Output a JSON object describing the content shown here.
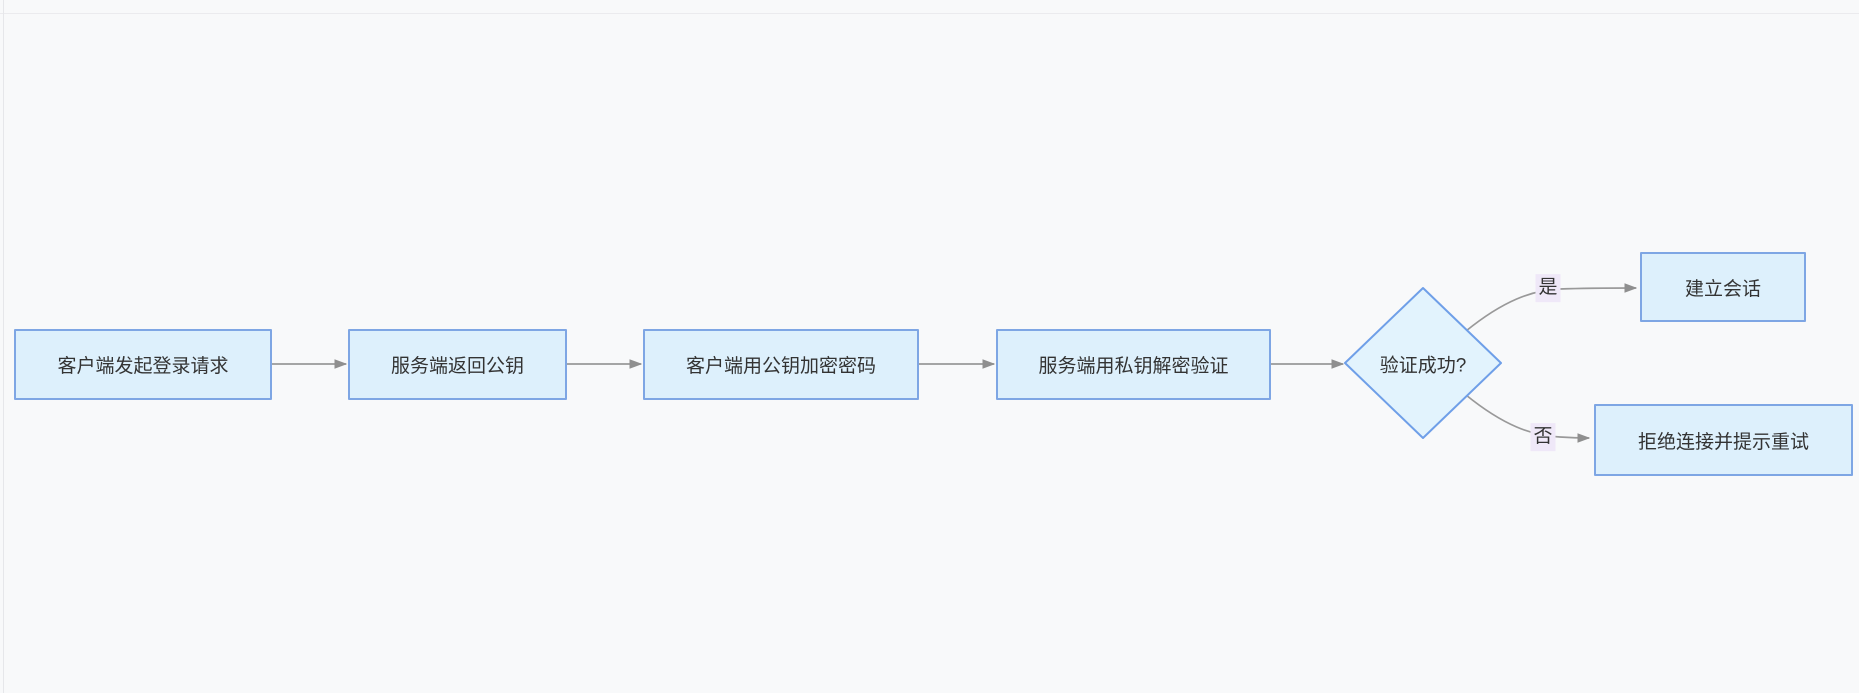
{
  "canvas": {
    "background": "#f8f9fa",
    "node_fill": "#ddf0fc",
    "node_border": "#7ea6e4",
    "diamond_fill": "#e2f3fd",
    "diamond_border": "#6f9fe8",
    "arrow_color": "#999999",
    "arrowhead_color": "#8f8f8f",
    "edge_label_bg": "#efe8f8",
    "text_color": "#333333"
  },
  "flowchart": {
    "type": "flowchart-left-to-right",
    "nodes": [
      {
        "id": "client-login",
        "type": "process",
        "label": "客户端发起登录请求"
      },
      {
        "id": "server-pubkey",
        "type": "process",
        "label": "服务端返回公钥"
      },
      {
        "id": "client-encrypt",
        "type": "process",
        "label": "客户端用公钥加密密码"
      },
      {
        "id": "server-decrypt",
        "type": "process",
        "label": "服务端用私钥解密验证"
      },
      {
        "id": "verify-decision",
        "type": "decision",
        "label": "验证成功?"
      },
      {
        "id": "establish-session",
        "type": "process",
        "label": "建立会话"
      },
      {
        "id": "reject-retry",
        "type": "process",
        "label": "拒绝连接并提示重试"
      }
    ],
    "edges": [
      {
        "from": "client-login",
        "to": "server-pubkey",
        "label": ""
      },
      {
        "from": "server-pubkey",
        "to": "client-encrypt",
        "label": ""
      },
      {
        "from": "client-encrypt",
        "to": "server-decrypt",
        "label": ""
      },
      {
        "from": "server-decrypt",
        "to": "verify-decision",
        "label": ""
      },
      {
        "from": "verify-decision",
        "to": "establish-session",
        "label": "是"
      },
      {
        "from": "verify-decision",
        "to": "reject-retry",
        "label": "否"
      }
    ]
  }
}
